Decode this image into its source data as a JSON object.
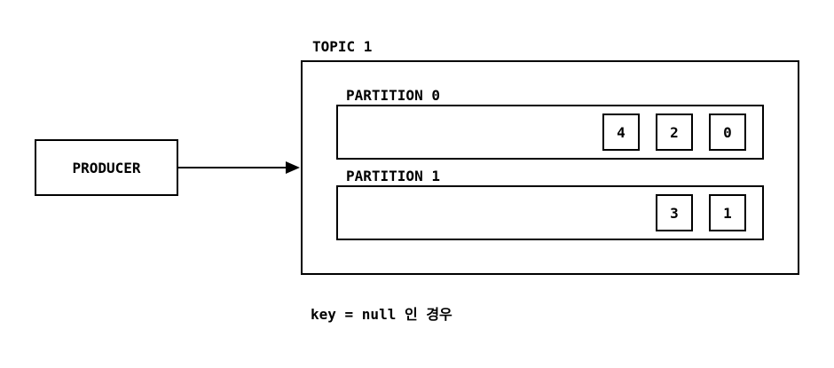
{
  "producer": {
    "label": "PRODUCER"
  },
  "topic": {
    "title": "TOPIC 1",
    "partitions": [
      {
        "title": "PARTITION 0",
        "messages": [
          "4",
          "2",
          "0"
        ]
      },
      {
        "title": "PARTITION 1",
        "messages": [
          "3",
          "1"
        ]
      }
    ]
  },
  "caption": "key = null 인 경우",
  "colors": {
    "stroke": "#000000",
    "background": "#ffffff"
  }
}
